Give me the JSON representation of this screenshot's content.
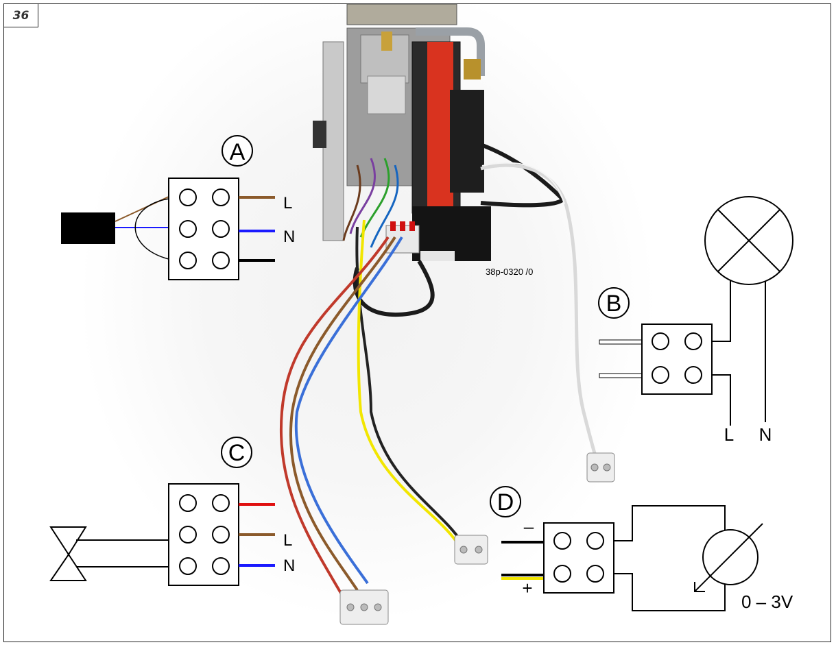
{
  "page_number": "36",
  "photo_label": "38p-0320 /0",
  "connector_a": {
    "letter": "A",
    "wire_labels": [
      "L",
      "N"
    ]
  },
  "connector_b": {
    "letter": "B",
    "supply_labels": [
      "L",
      "N"
    ]
  },
  "connector_c": {
    "letter": "C",
    "wire_labels": [
      "L",
      "N"
    ]
  },
  "connector_d": {
    "letter": "D",
    "polarity": [
      "–",
      "+"
    ],
    "voltage": "0 – 3V"
  },
  "colors": {
    "brown": "#8B5A2B",
    "blue": "#1a1aff",
    "black": "#000000",
    "red": "#e01010",
    "yellow": "#f2e600"
  },
  "icons": [
    "transformer-box-icon",
    "lamp-icon",
    "gas-valve-icon",
    "voltmeter-icon"
  ]
}
